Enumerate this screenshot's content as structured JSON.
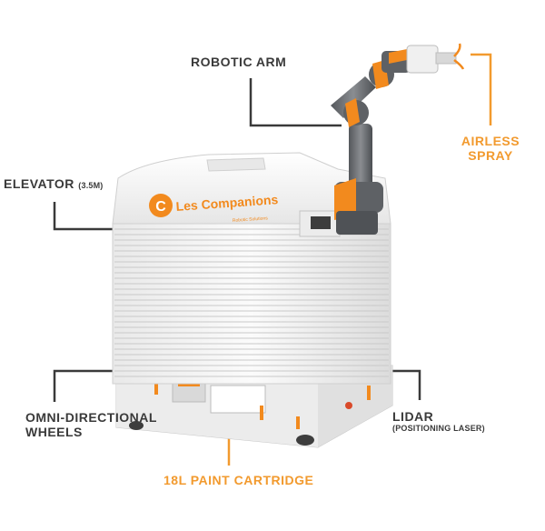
{
  "labels": {
    "robotic_arm": "ROBOTIC ARM",
    "airless_spray_line1": "AIRLESS",
    "airless_spray_line2": "SPRAY",
    "elevator": "ELEVATOR",
    "elevator_spec": "(3.5m)",
    "omni_line1": "OMNI-DIRECTIONAL",
    "omni_line2": "WHEELS",
    "lidar": "LIDAR",
    "lidar_spec": "(POSITIONING LASER)",
    "paint_cartridge": "18L PAINT CARTRIDGE"
  },
  "brand": {
    "logo_letter": "C",
    "name": "Les Companions",
    "tagline": "Robotic Solutions"
  },
  "colors": {
    "dark_label": "#3a3a3a",
    "orange_label": "#f29a2e",
    "robot_body": "#f2f2f2",
    "arm_grey": "#6b6e73",
    "arm_orange": "#f28a1e"
  }
}
